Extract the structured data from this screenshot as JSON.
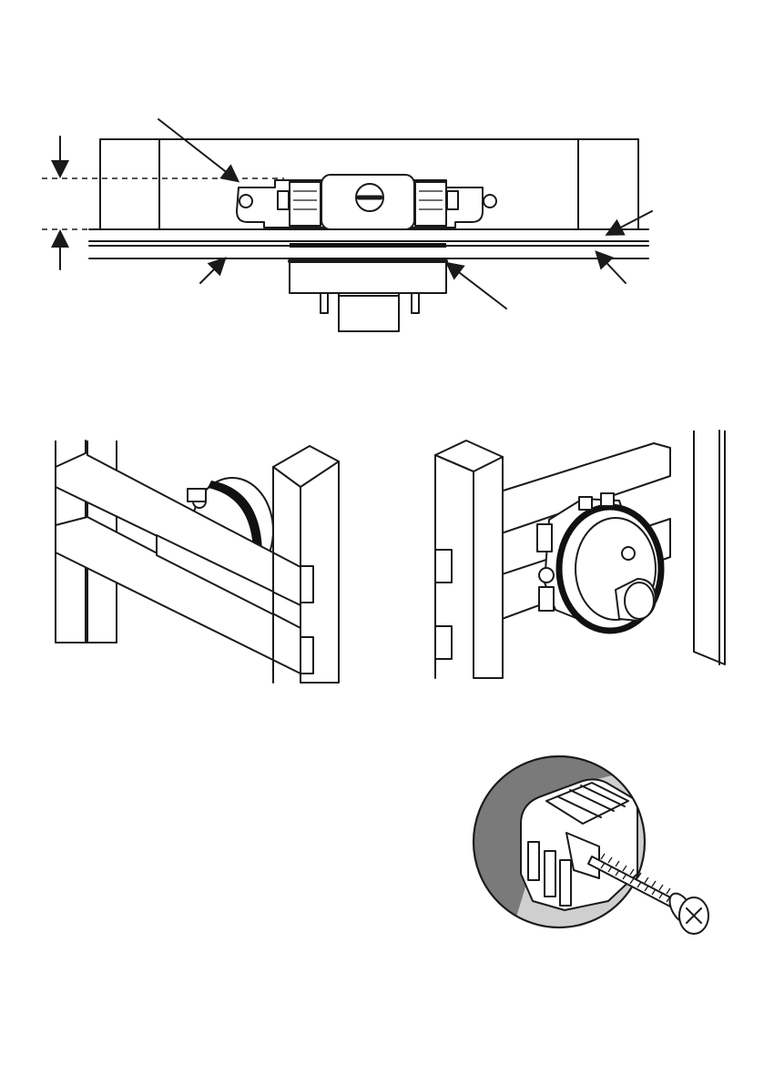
{
  "figure": {
    "panels": [
      "section-view",
      "frame-mount-left",
      "frame-mount-right",
      "screw-detail"
    ],
    "colors": {
      "line": "#1a1a1a",
      "background": "#ffffff",
      "shading": "#7a7a7a",
      "light_shading": "#cfcfcf"
    },
    "icons": [
      "arrow-icon",
      "screw-icon",
      "valve-body-icon"
    ]
  }
}
